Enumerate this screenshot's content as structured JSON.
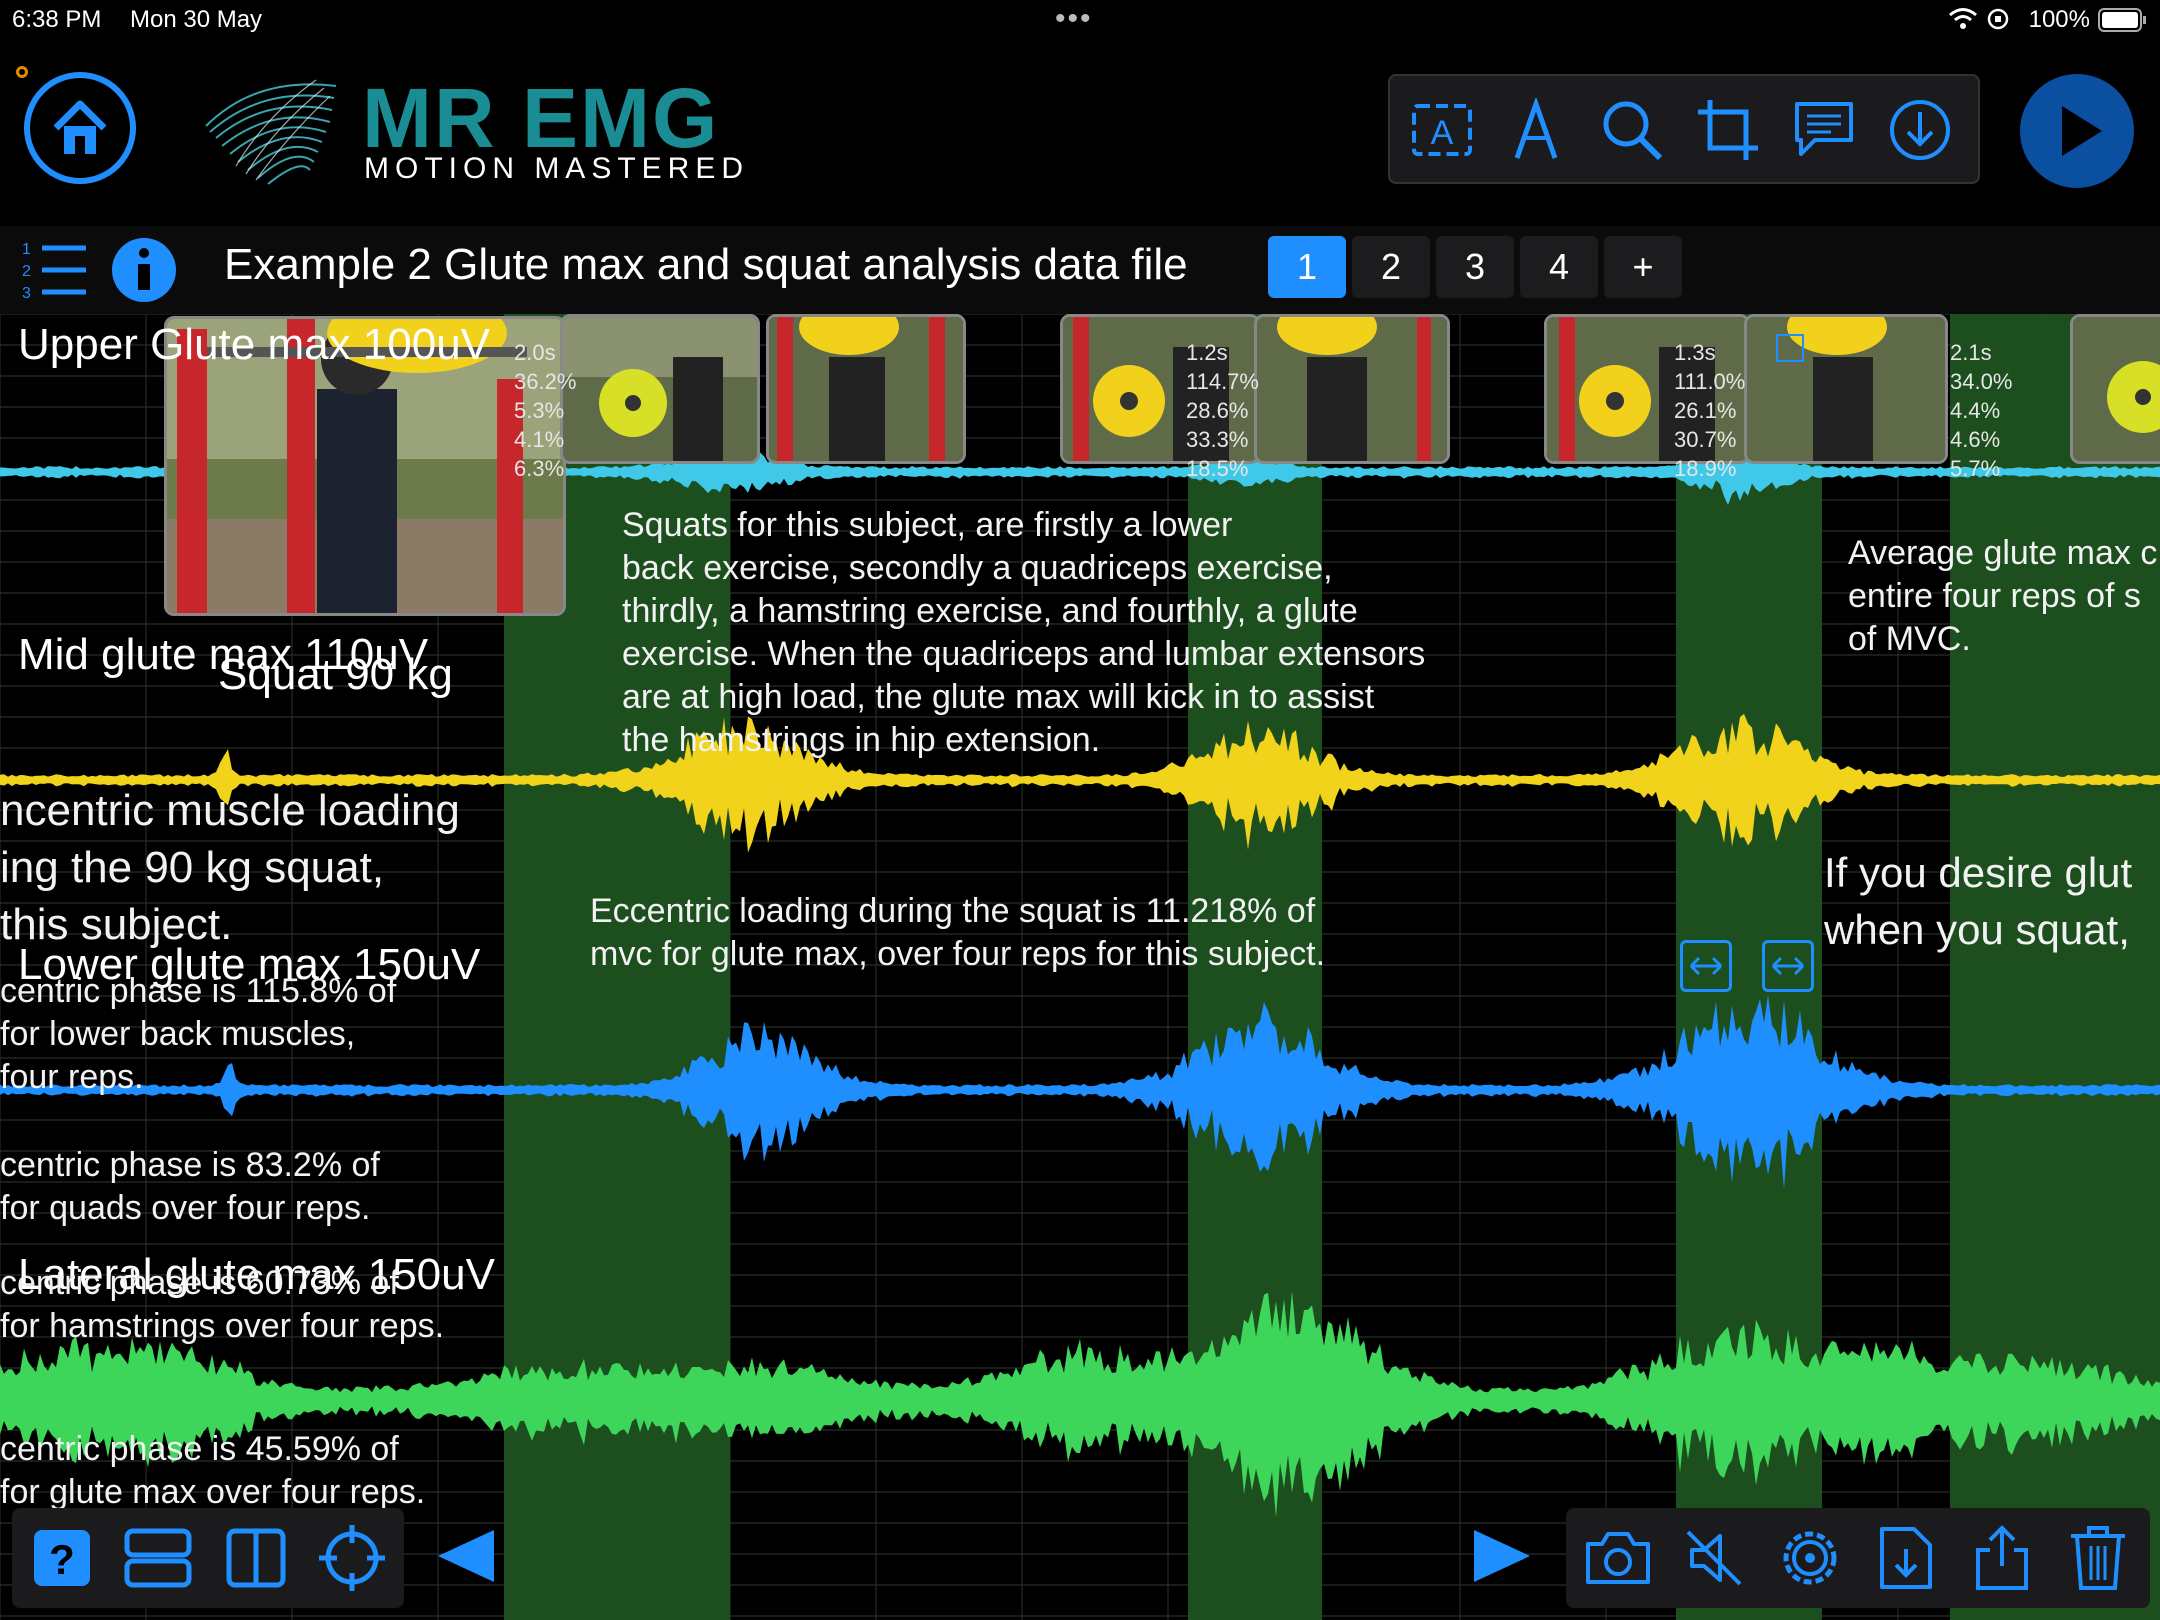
{
  "status_bar": {
    "time": "6:38 PM",
    "date": "Mon 30 May",
    "battery": "100%"
  },
  "brand": {
    "title": "MR EMG",
    "subtitle": "MOTION MASTERED"
  },
  "document": {
    "title": "Example 2 Glute max and squat analysis data file"
  },
  "pages": [
    "1",
    "2",
    "3",
    "4",
    "+"
  ],
  "channels": [
    {
      "label": "Upper Glute max 100uV",
      "color": "#3fc8e8"
    },
    {
      "label": "Mid glute max 110uV",
      "color": "#f2d31b"
    },
    {
      "label": "Lower glute max 150uV",
      "color": "#1f8fff"
    },
    {
      "label": "Lateral glute max 150uV",
      "color": "#3ed65a"
    }
  ],
  "exercise_label": "Squat 90 kg",
  "stats": [
    {
      "lines": [
        "2.0s",
        "36.2%",
        "5.3%",
        "4.1%",
        "6.3%"
      ]
    },
    {
      "lines": [
        "1.2s",
        "114.7%",
        "28.6%",
        "33.3%",
        "18.5%"
      ]
    },
    {
      "lines": [
        "1.3s",
        "111.0%",
        "26.1%",
        "30.7%",
        "18.9%"
      ]
    },
    {
      "lines": [
        "2.1s",
        "34.0%",
        "4.4%",
        "4.6%",
        "5.7%"
      ]
    }
  ],
  "notes": {
    "squats": [
      "Squats for this subject, are firstly a lower",
      "back exercise, secondly a quadriceps exercise,",
      "thirdly, a hamstring exercise, and fourthly, a glute",
      "exercise. When the quadriceps and lumbar extensors",
      "are at high load, the glute max will kick in to assist",
      "the hamstrings in hip extension."
    ],
    "eccentric": [
      "Eccentric loading during the squat is 11.218% of",
      "mvc for glute max, over four reps for this subject."
    ],
    "average": [
      "Average glute max c",
      "entire four reps of s",
      "of MVC."
    ],
    "desire": [
      "If you desire glut",
      "when you squat,"
    ],
    "left_concentric": [
      "ncentric muscle loading",
      "ing the 90 kg squat,",
      "this subject."
    ],
    "lower_back": [
      "centric phase is 115.8% of",
      " for lower back muscles,",
      " four reps."
    ],
    "quads": [
      "centric phase is 83.2% of",
      " for quads over four reps."
    ],
    "hamstrings": [
      "centric phase is 60.73% of",
      " for hamstrings over four reps."
    ],
    "glute": [
      "centric phase is 45.59% of",
      " for glute max over four reps."
    ]
  }
}
